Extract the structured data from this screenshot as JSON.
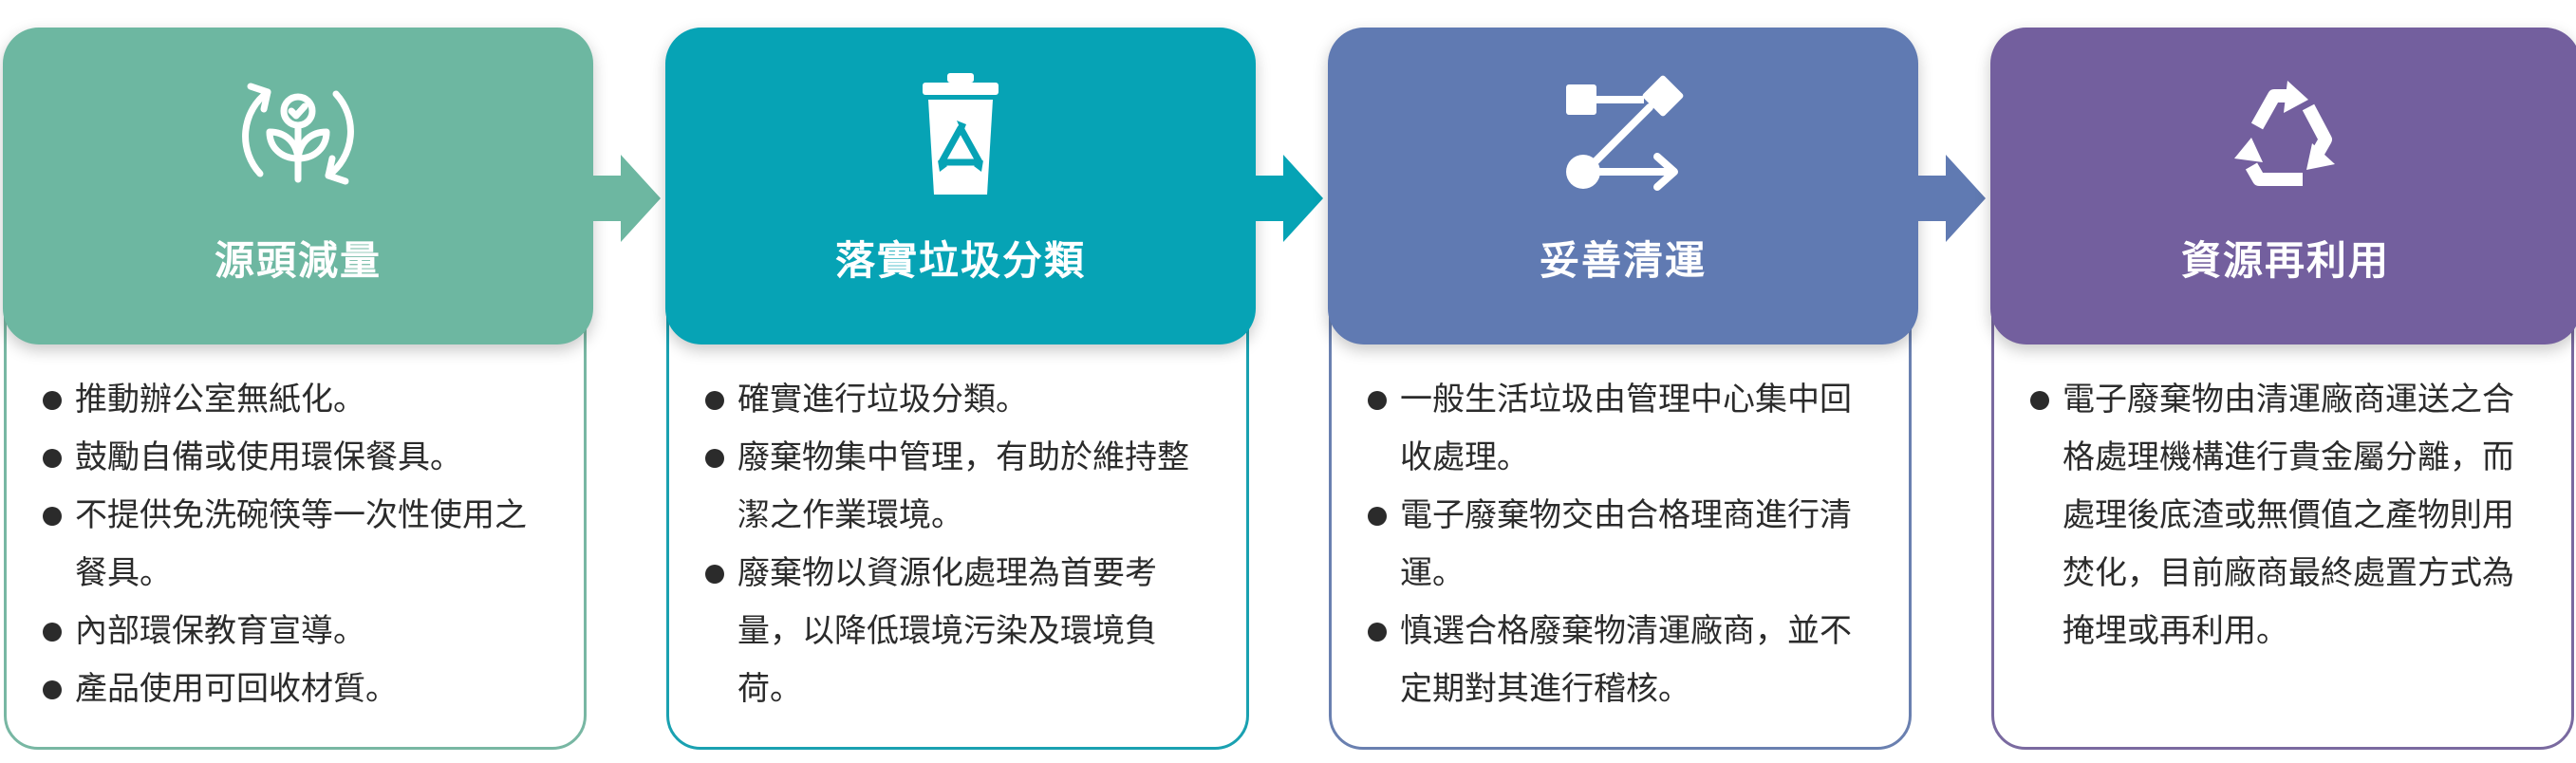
{
  "steps": [
    {
      "title": "源頭減量",
      "icon": "recycle-plant-icon",
      "color": "#6db7a1",
      "border": "#78b7a3",
      "items": [
        "推動辦公室無紙化。",
        "鼓勵自備或使用環保餐具。",
        "不提供免洗碗筷等一次性使用之餐具。",
        "內部環保教育宣導。",
        "產品使用可回收材質。"
      ]
    },
    {
      "title": "落實垃圾分類",
      "icon": "recycle-bin-icon",
      "color": "#06a3b5",
      "border": "#1aa1b1",
      "items": [
        "確實進行垃圾分類。",
        "廢棄物集中管理，有助於維持整潔之作業環境。",
        "廢棄物以資源化處理為首要考量，以降低環境污染及環境負荷。"
      ]
    },
    {
      "title": "妥善清運",
      "icon": "route-icon",
      "color": "#607ab2",
      "border": "#6a80b0",
      "items": [
        "一般生活垃圾由管理中心集中回收處理。",
        "電子廢棄物交由合格理商進行清運。",
        "慎選合格廢棄物清運廠商，並不定期對其進行稽核。"
      ]
    },
    {
      "title": "資源再利用",
      "icon": "recycle-triangle-icon",
      "color": "#735f9e",
      "border": "#7a6aa0",
      "items": [
        "電子廢棄物由清運廠商運送之合格處理機構進行貴金屬分離，而處理後底渣或無價值之產物則用焚化，目前廠商最終處置方式為掩埋或再利用。"
      ]
    }
  ],
  "arrow_colors": [
    "#6db7a1",
    "#06a3b5",
    "#607ab2"
  ]
}
